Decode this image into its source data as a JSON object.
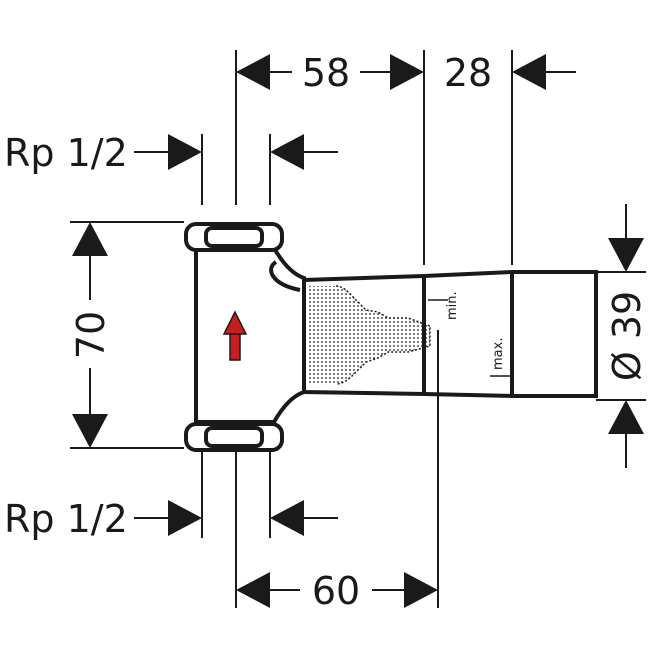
{
  "dimensions": {
    "top_left_width": "58",
    "top_right_width": "28",
    "height": "70",
    "pipe_diameter": "Ø 39",
    "bottom_width": "60"
  },
  "thread_labels": {
    "top": "Rp 1/2",
    "bottom": "Rp 1/2"
  },
  "depth_marks": {
    "min": "min.",
    "max": "max."
  },
  "colors": {
    "line": "#1a1a1a",
    "flow_arrow": "#c81e1e"
  }
}
